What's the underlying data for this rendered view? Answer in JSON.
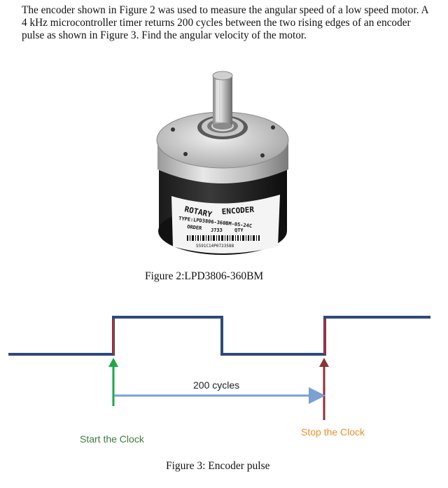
{
  "problem_text": "The encoder shown in Figure 2 was used to measure the angular speed of a low speed motor. A 4 kHz microcontroller timer returns 200 cycles between the two rising edges of an encoder pulse as shown in Figure 3. Find the angular velocity of the motor.",
  "figure2": {
    "caption": "Figure 2:LPD3806-360BM",
    "label_rotary": "ROTARY",
    "label_encoder": "ENCODER",
    "label_type": "TYPE:LPD3806-360BM-05-24C",
    "label_order": "ORDER",
    "label_order_value": "J733",
    "label_qty": "QTY",
    "label_serial": "S591C14P0723588"
  },
  "figure3": {
    "caption": "Figure 3: Encoder pulse",
    "cycles_label": "200 cycles",
    "start_label": "Start the Clock",
    "stop_label": "Stop the Clock"
  },
  "colors": {
    "signal": "#2e4a78",
    "start_arrow": "#1aa84a",
    "stop_arrow": "#8e3236",
    "edge_red": "#e02020",
    "span_arrow": "#7ba0d4",
    "start_text": "#3a7d3a",
    "stop_text": "#e8912c"
  }
}
